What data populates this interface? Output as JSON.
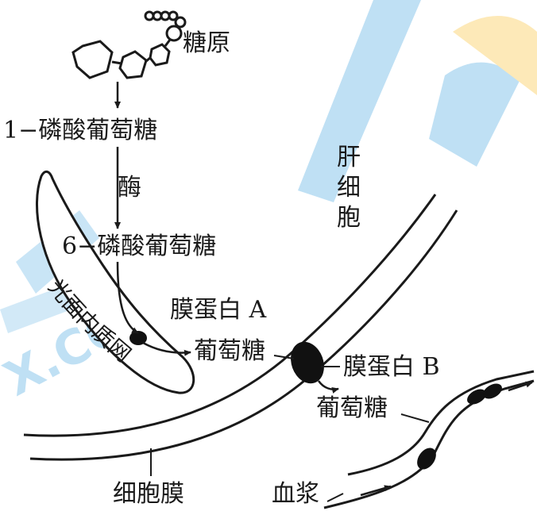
{
  "labels": {
    "glycogen": "糖原",
    "g1p": "1−磷酸葡萄糖",
    "enzyme": "酶",
    "g6p": "6−磷酸葡萄糖",
    "protein_a": "膜蛋白 A",
    "glucose_a": "葡萄糖",
    "protein_b": "膜蛋白 B",
    "glucose_b": "葡萄糖",
    "smooth_er": "光面内质网",
    "liver_cell": [
      "肝",
      "细",
      "胞"
    ],
    "cell_membrane": "细胞膜",
    "plasma": "血浆"
  },
  "watermark": {
    "text": "X.CO",
    "colors": {
      "blue": "#bfe0f4",
      "orange": "#fde9b8"
    }
  }
}
